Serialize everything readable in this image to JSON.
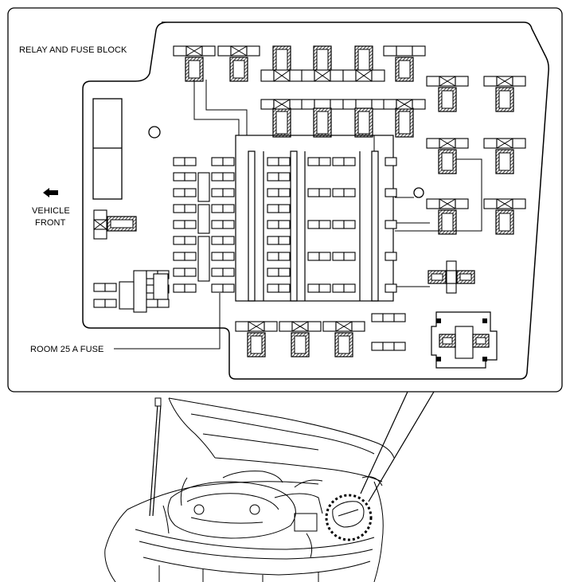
{
  "labels": {
    "title": "RELAY AND FUSE BLOCK",
    "vehicle_front_line1": "VEHICLE",
    "vehicle_front_line2": "FRONT",
    "callout": "ROOM 25 A FUSE"
  },
  "colors": {
    "line": "#000000",
    "background": "#ffffff",
    "hatch": "#000000"
  },
  "icons": {
    "direction": "arrow-left-icon",
    "relay": "relay-icon",
    "fuse": "fuse-icon",
    "mounting_hole": "mounting-hole-icon",
    "highlight": "dashed-circle-highlight"
  }
}
